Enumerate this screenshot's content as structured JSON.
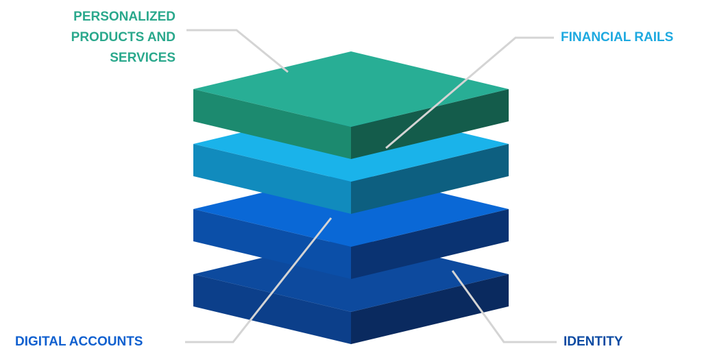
{
  "layers": [
    {
      "key": "identity",
      "label": "IDENTITY",
      "colors": {
        "top": "#0d4a9e",
        "left": "#0c3f8a",
        "right": "#0a2a5f"
      },
      "label_color": "#0b4aa2"
    },
    {
      "key": "accounts",
      "label": "DIGITAL ACCOUNTS",
      "colors": {
        "top": "#0a68d6",
        "left": "#0b4fa8",
        "right": "#0a3372"
      },
      "label_color": "#1060cf"
    },
    {
      "key": "rails",
      "label": "FINANCIAL RAILS",
      "colors": {
        "top": "#1ab3ea",
        "left": "#118bbd",
        "right": "#0d5f80"
      },
      "label_color": "#1ea9e0"
    },
    {
      "key": "products",
      "label_lines": [
        "PERSONALIZED",
        "PRODUCTS AND",
        "SERVICES"
      ],
      "colors": {
        "top": "#28ae95",
        "left": "#1c8a6f",
        "right": "#145c4b"
      },
      "label_color": "#2aa88c"
    }
  ],
  "leader_line_color": "#d4d4d4"
}
